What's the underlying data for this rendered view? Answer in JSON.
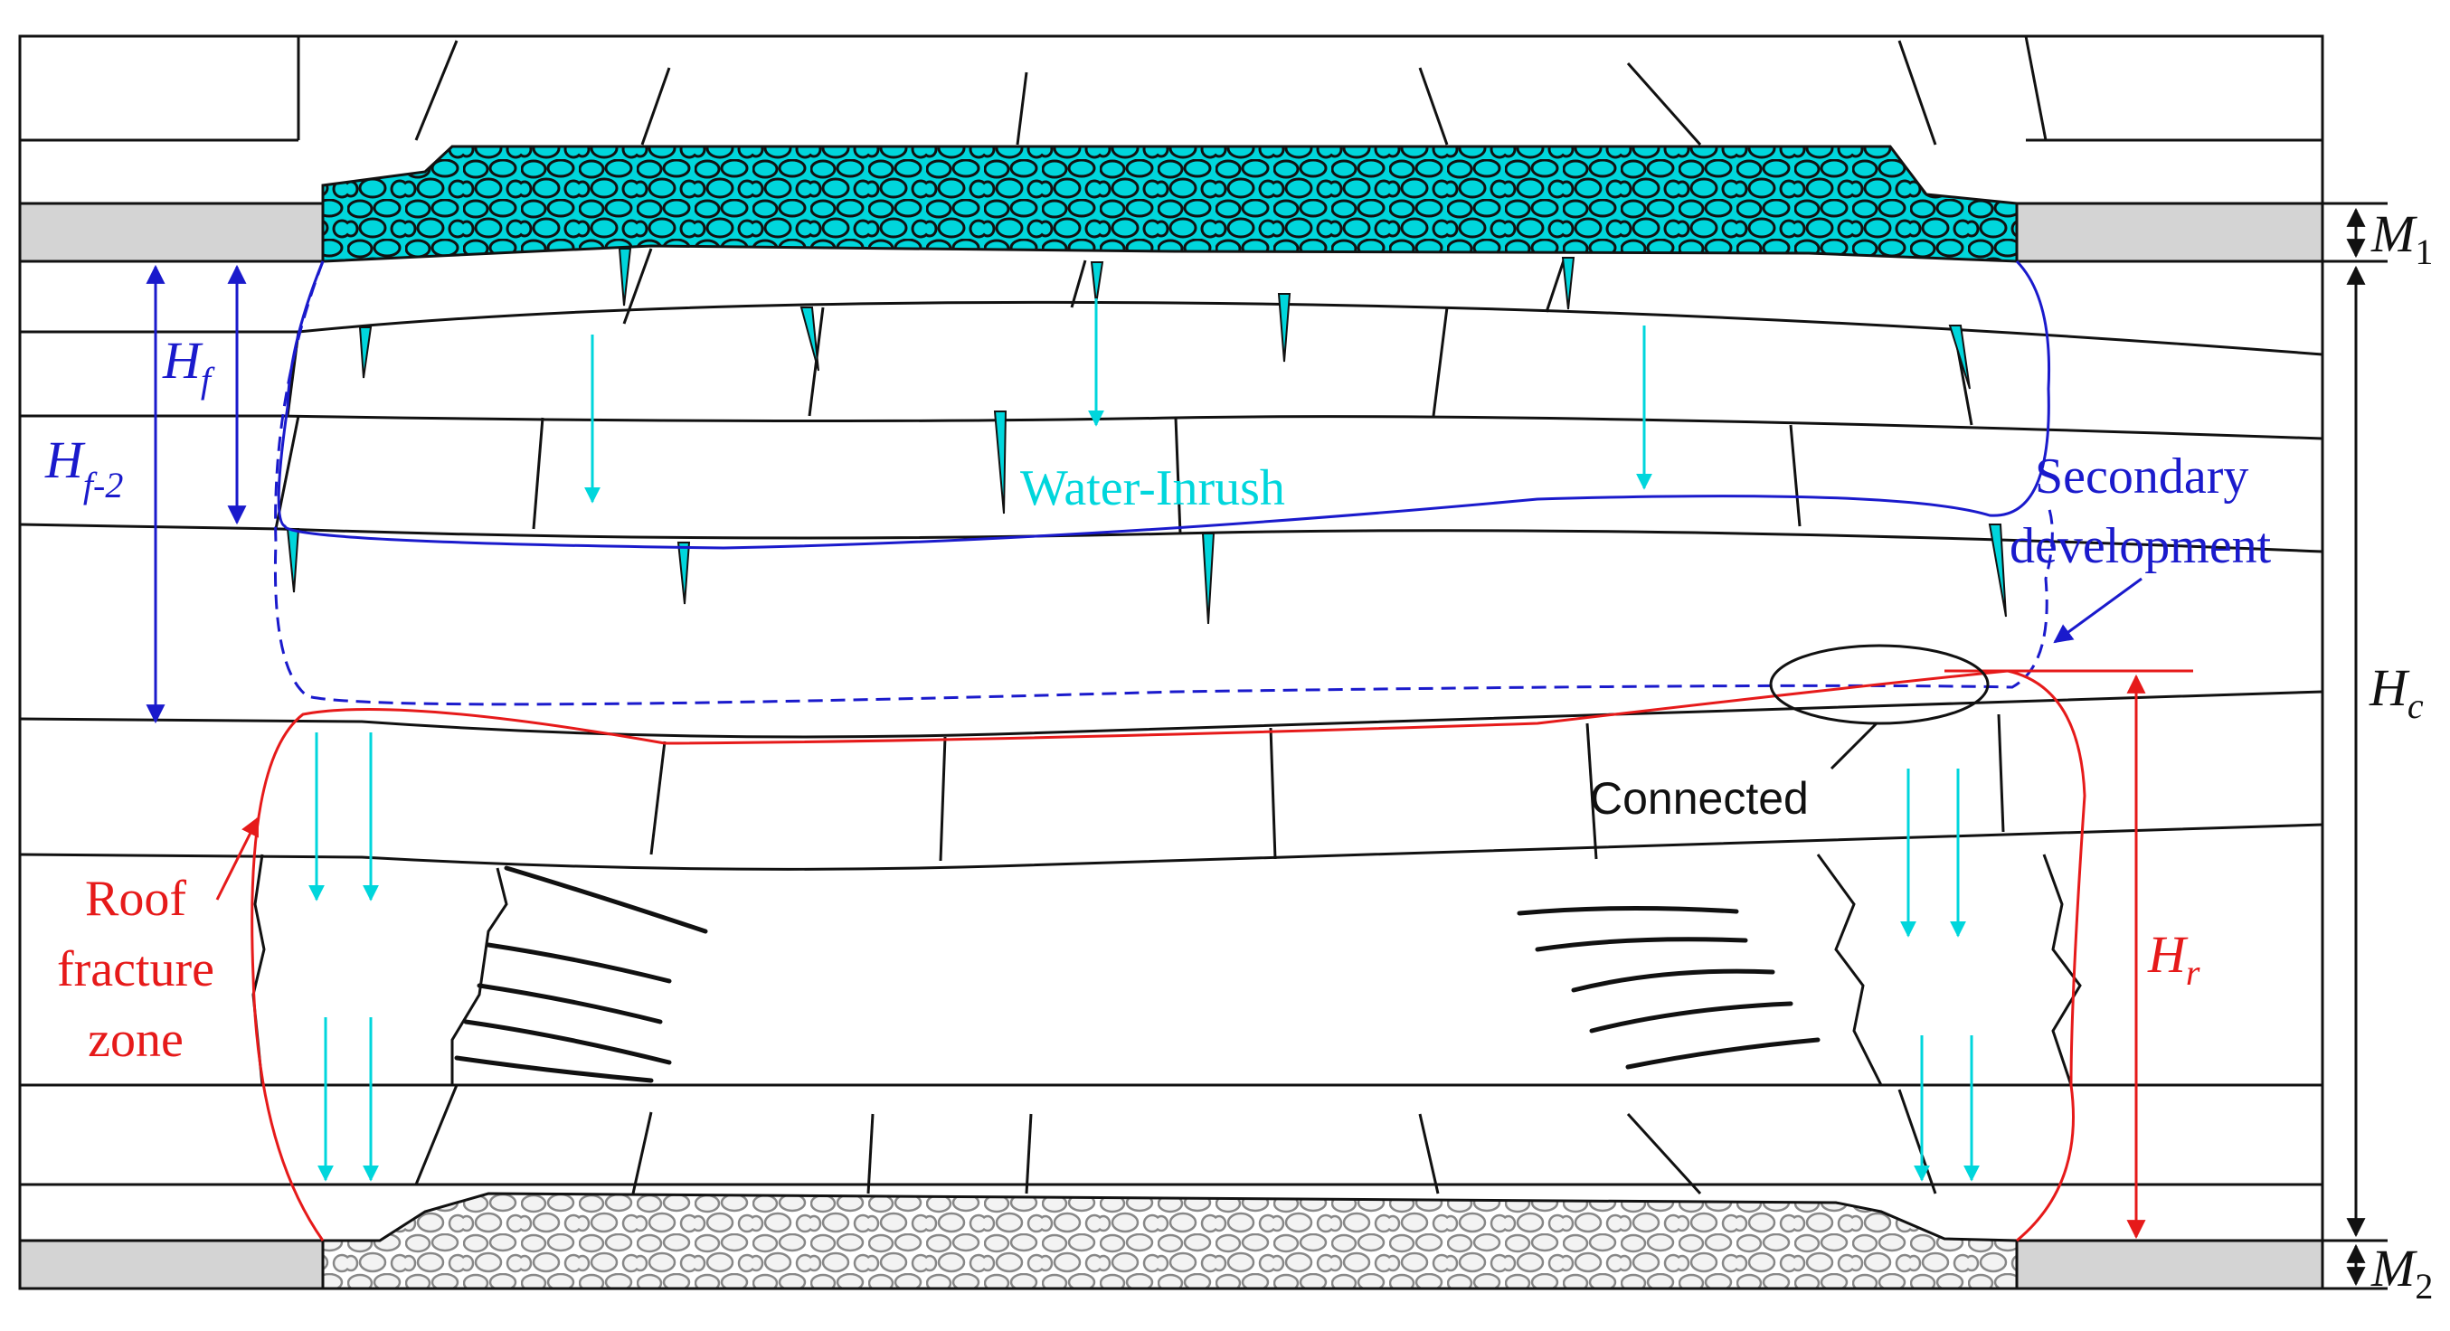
{
  "colors": {
    "water": "#00d6dc",
    "blue_outline": "#1a1acc",
    "red_outline": "#e61a1a",
    "coal_seam": "#d4d4d4",
    "black": "#111111"
  },
  "labels": {
    "hf": "H",
    "hf_sub": "f",
    "hf2": "H",
    "hf2_sub": "f-2",
    "water_inrush": "Water-Inrush",
    "secondary_1": "Secondary",
    "secondary_2": "development",
    "connected": "Connected",
    "roof_1": "Roof",
    "roof_2": "fracture",
    "roof_3": "zone",
    "hr": "H",
    "hr_sub": "r",
    "hc": "H",
    "hc_sub": "c",
    "m1": "M",
    "m1_sub": "1",
    "m2": "M",
    "m2_sub": "2"
  }
}
